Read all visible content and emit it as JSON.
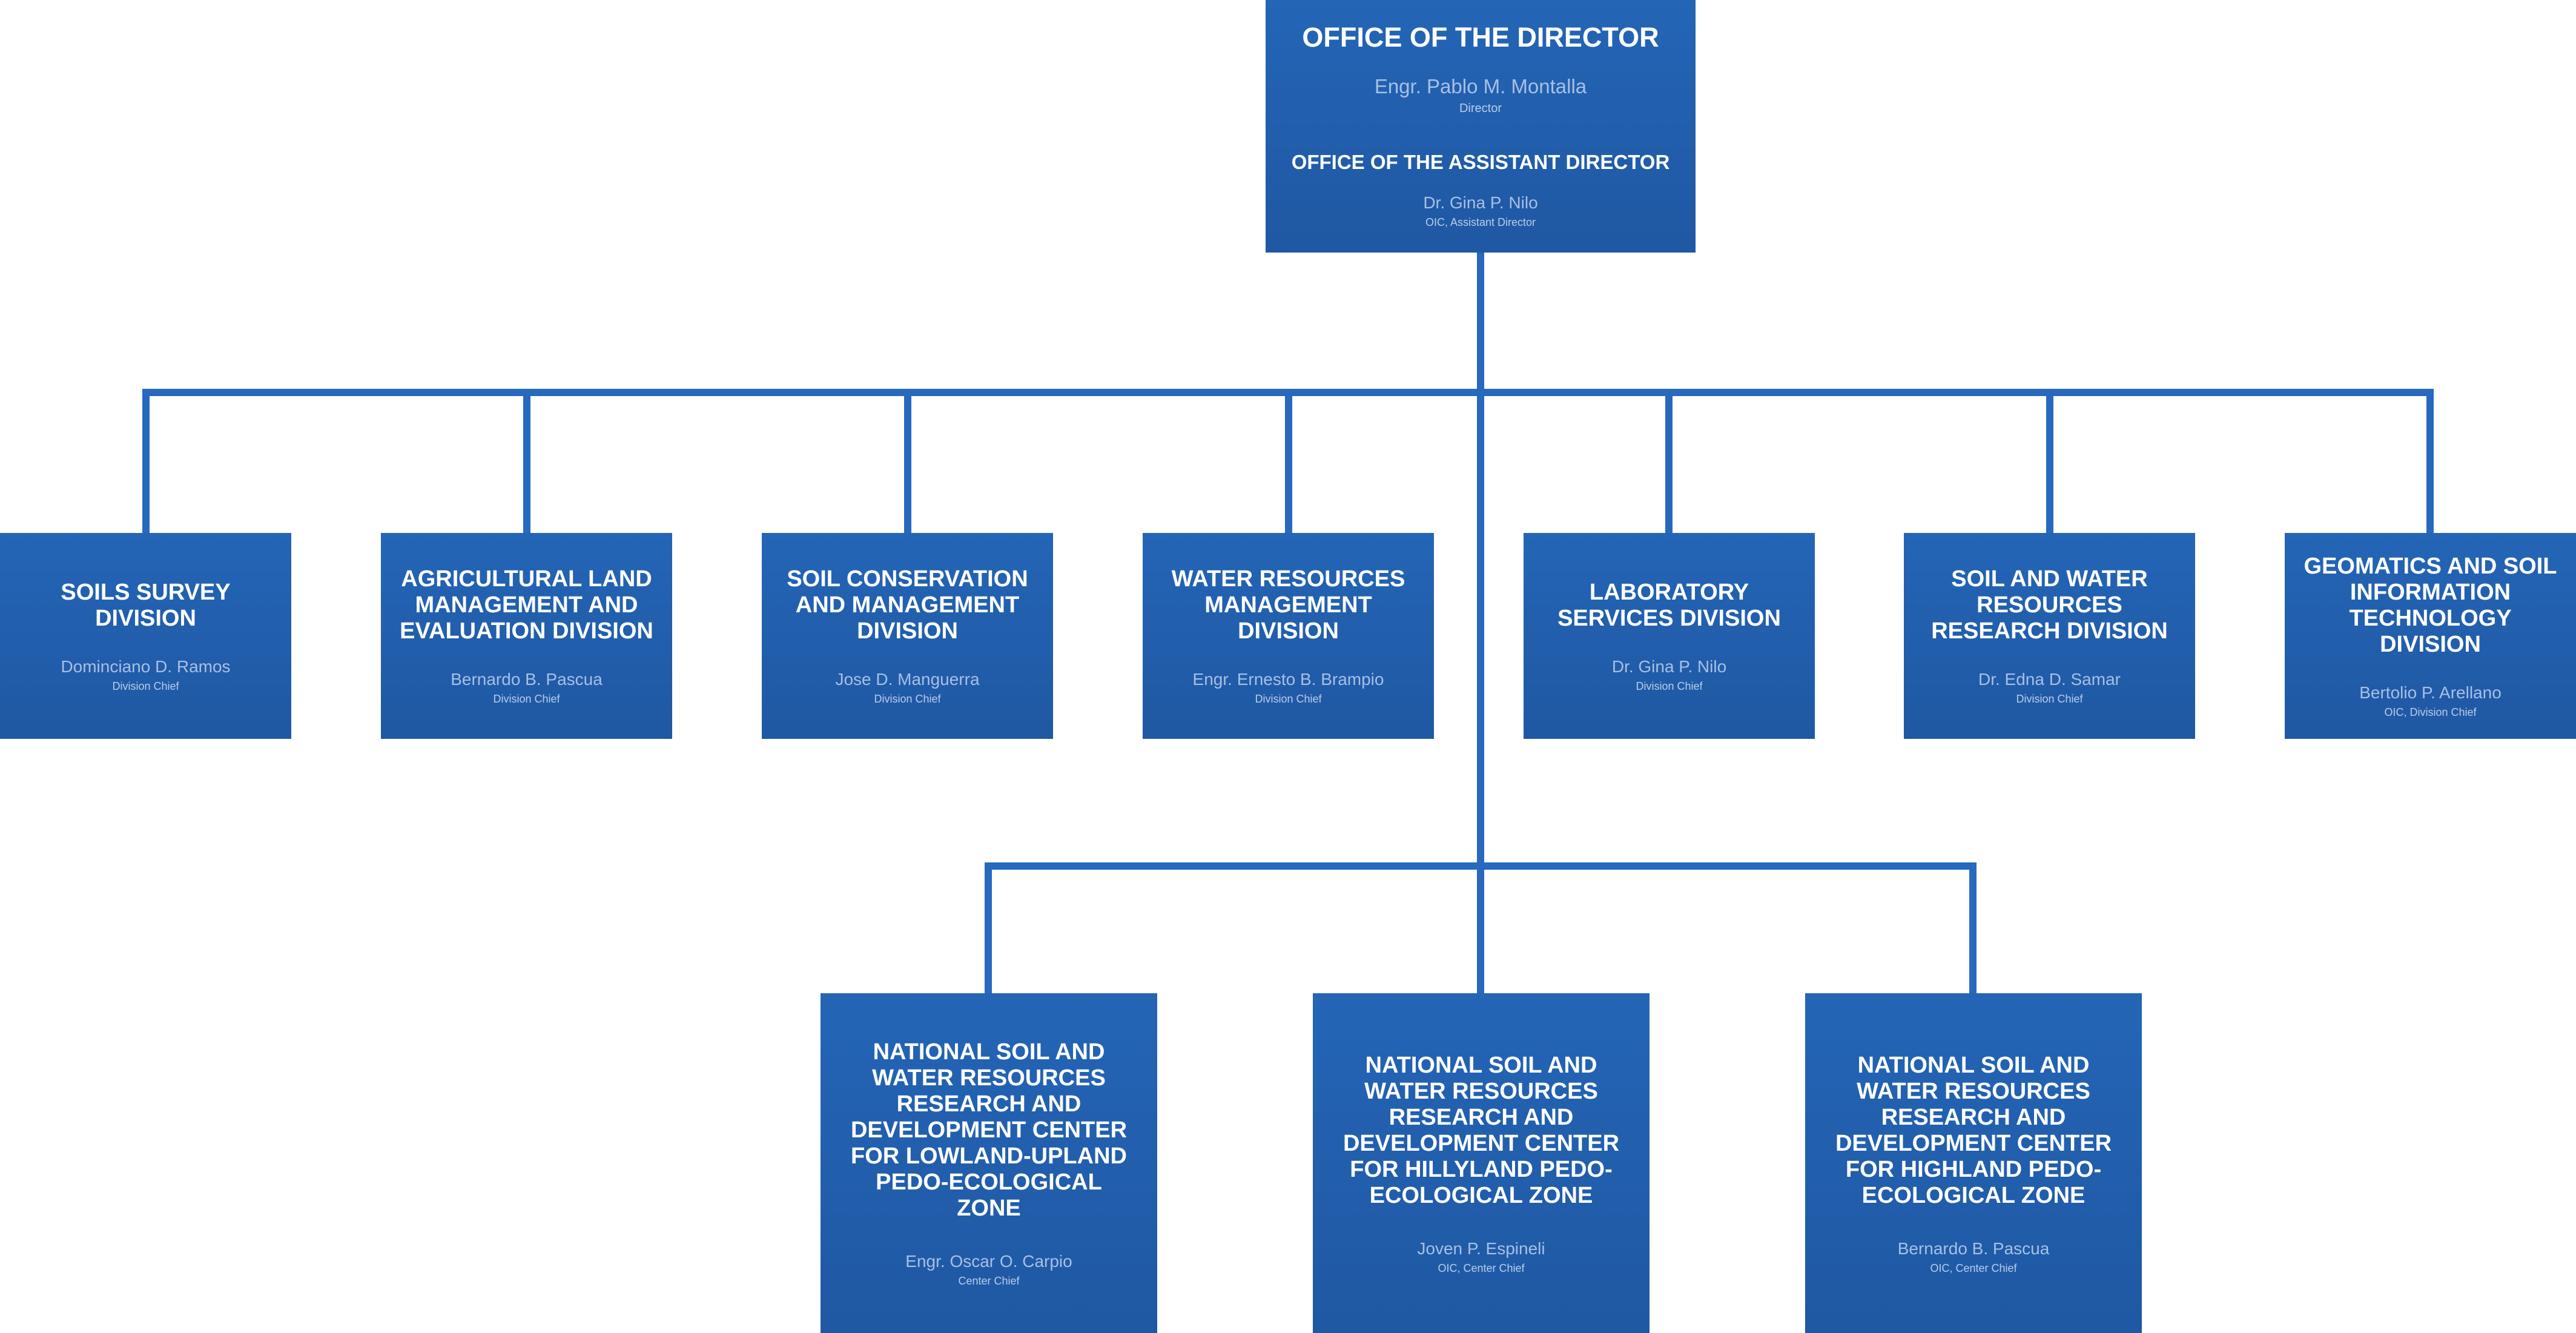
{
  "colors": {
    "box": "#2465b6",
    "box_bottom": "#1f58a3",
    "connector": "#2669bf",
    "name_text": "#a6c0e5"
  },
  "director": {
    "title": "OFFICE OF THE DIRECTOR",
    "name": "Engr. Pablo M. Montalla",
    "role": "Director",
    "assistant_title": "OFFICE OF THE ASSISTANT DIRECTOR",
    "assistant_name": "Dr. Gina P. Nilo",
    "assistant_role": "OIC, Assistant Director"
  },
  "divisions": [
    {
      "title": "SOILS SURVEY DIVISION",
      "name": "Dominciano D. Ramos",
      "role": "Division Chief"
    },
    {
      "title": "AGRICULTURAL LAND MANAGEMENT AND EVALUATION DIVISION",
      "name": "Bernardo B. Pascua",
      "role": "Division Chief"
    },
    {
      "title": "SOIL CONSERVATION AND MANAGEMENT DIVISION",
      "name": "Jose D. Manguerra",
      "role": "Division Chief"
    },
    {
      "title": "WATER RESOURCES MANAGEMENT DIVISION",
      "name": "Engr. Ernesto B. Brampio",
      "role": "Division Chief"
    },
    {
      "title": "LABORATORY SERVICES DIVISION",
      "name": "Dr. Gina P. Nilo",
      "role": "Division Chief"
    },
    {
      "title": "SOIL AND WATER RESOURCES RESEARCH DIVISION",
      "name": "Dr. Edna D. Samar",
      "role": "Division Chief"
    },
    {
      "title": "GEOMATICS AND SOIL INFORMATION TECHNOLOGY DIVISION",
      "name": "Bertolio P. Arellano",
      "role": "OIC, Division Chief"
    }
  ],
  "centers": [
    {
      "title": "NATIONAL SOIL AND WATER RESOURCES RESEARCH AND DEVELOPMENT CENTER FOR LOWLAND-UPLAND PEDO-ECOLOGICAL ZONE",
      "name": "Engr. Oscar O. Carpio",
      "role": "Center Chief"
    },
    {
      "title": "NATIONAL SOIL AND WATER RESOURCES RESEARCH AND DEVELOPMENT CENTER FOR HILLYLAND PEDO-ECOLOGICAL ZONE",
      "name": "Joven P. Espineli",
      "role": "OIC, Center Chief"
    },
    {
      "title": "NATIONAL SOIL AND WATER RESOURCES RESEARCH AND DEVELOPMENT CENTER FOR HIGHLAND PEDO-ECOLOGICAL ZONE",
      "name": "Bernardo B. Pascua",
      "role": "OIC, Center Chief"
    }
  ]
}
